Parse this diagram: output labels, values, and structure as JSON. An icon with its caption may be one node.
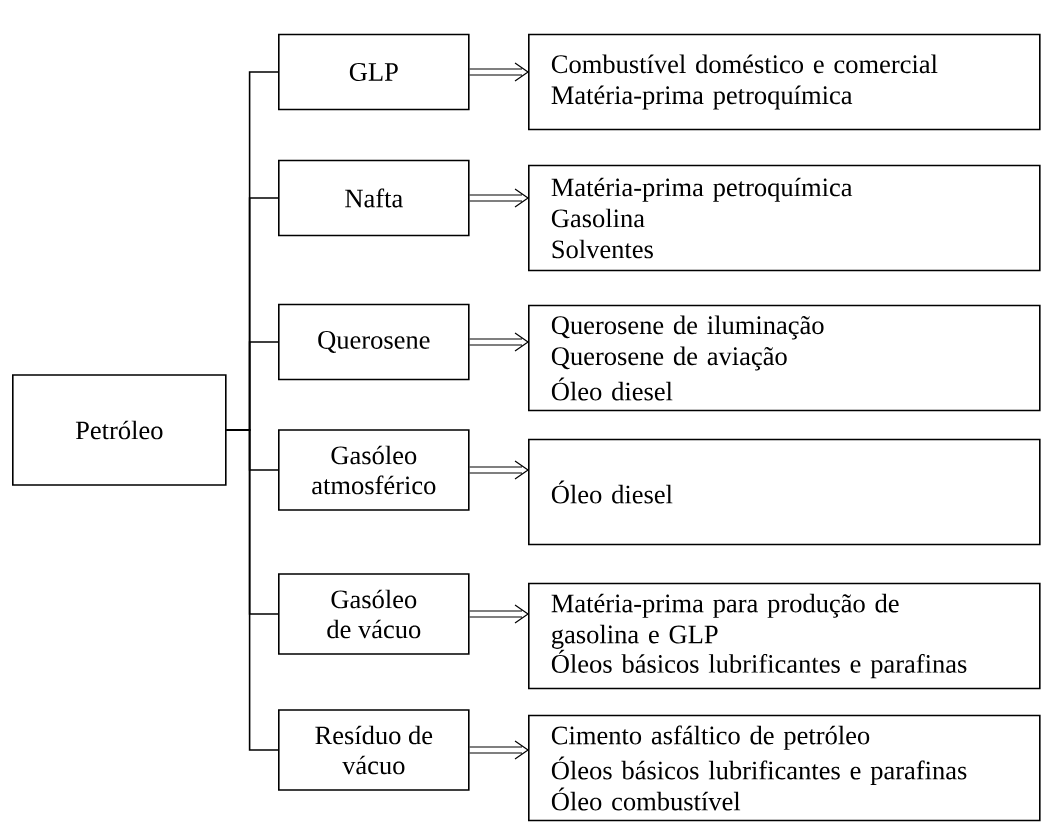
{
  "diagram": {
    "nodes": [
      {
        "text": [
          "Petróleo"
        ]
      },
      {
        "text": [
          "GLP"
        ]
      },
      {
        "text": [
          "Combustível doméstico e comercial",
          "Matéria-prima petroquímica"
        ]
      },
      {
        "text": [
          "Nafta"
        ]
      },
      {
        "text": [
          "Matéria-prima petroquímica",
          "Gasolina",
          "Solventes"
        ]
      },
      {
        "text": [
          "Querosene"
        ]
      },
      {
        "text": [
          "Querosene de iluminação",
          "Querosene de aviação",
          "Óleo diesel"
        ]
      },
      {
        "text": [
          "Gasóleo atmosférico"
        ]
      },
      {
        "text": [
          "Óleo diesel"
        ]
      },
      {
        "text": [
          "Gasóleo de vácuo"
        ]
      },
      {
        "text": [
          "Matéria-prima para produção de gasolina e GLP",
          "Óleos básicos lubrificantes e parafinas"
        ]
      },
      {
        "text": [
          "Resíduo de vácuo"
        ]
      },
      {
        "text": [
          "Cimento asfáltico de petróleo",
          "Óleos básicos lubrificantes e parafinas",
          "Óleo combustível"
        ]
      }
    ],
    "edges": [
      {
        "from": 0,
        "to": 1,
        "arrow": "none"
      },
      {
        "from": 0,
        "to": 3,
        "arrow": "none"
      },
      {
        "from": 0,
        "to": 5,
        "arrow": "none"
      },
      {
        "from": 0,
        "to": 7,
        "arrow": "none"
      },
      {
        "from": 0,
        "to": 9,
        "arrow": "none"
      },
      {
        "from": 0,
        "to": 11,
        "arrow": "none"
      },
      {
        "from": 1,
        "to": 2,
        "arrow": "to"
      },
      {
        "from": 3,
        "to": 4,
        "arrow": "to"
      },
      {
        "from": 5,
        "to": 6,
        "arrow": "to"
      },
      {
        "from": 7,
        "to": 8,
        "arrow": "to"
      },
      {
        "from": 9,
        "to": 10,
        "arrow": "to"
      },
      {
        "from": 11,
        "to": 12,
        "arrow": "to"
      }
    ]
  }
}
